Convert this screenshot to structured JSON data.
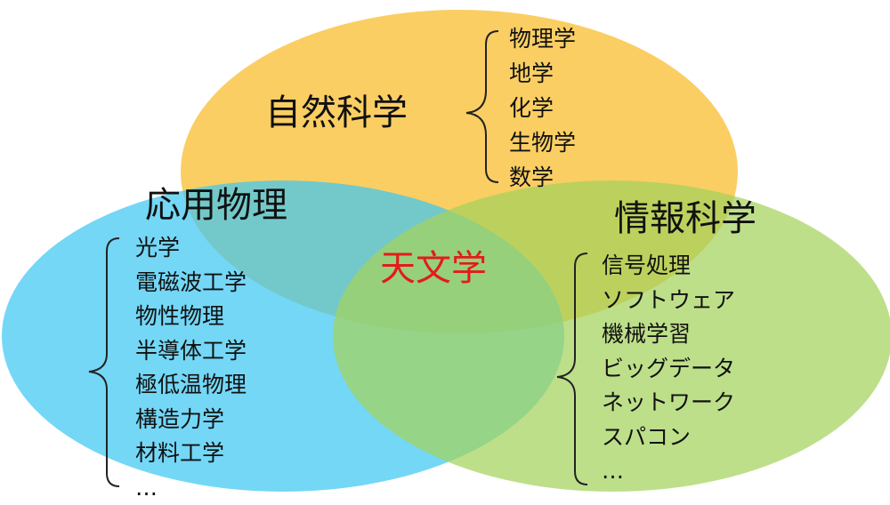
{
  "colors": {
    "natural_science": "#f9c548",
    "applied_physics": "#3ec8f3",
    "information_science": "#a4d35c",
    "center_text": "#e31b1b",
    "text": "#111111"
  },
  "circles": {
    "natural_science": {
      "label": "自然科学",
      "items": [
        "物理学",
        "地学",
        "化学",
        "生物学",
        "数学"
      ]
    },
    "applied_physics": {
      "label": "応用物理",
      "items": [
        "光学",
        "電磁波工学",
        "物性物理",
        "半導体工学",
        "極低温物理",
        "構造力学",
        "材料工学",
        "…"
      ]
    },
    "information_science": {
      "label": "情報科学",
      "items": [
        "信号処理",
        "ソフトウェア",
        "機械学習",
        "ビッグデータ",
        "ネットワーク",
        "スパコン",
        "…"
      ]
    }
  },
  "center_label": "天文学"
}
